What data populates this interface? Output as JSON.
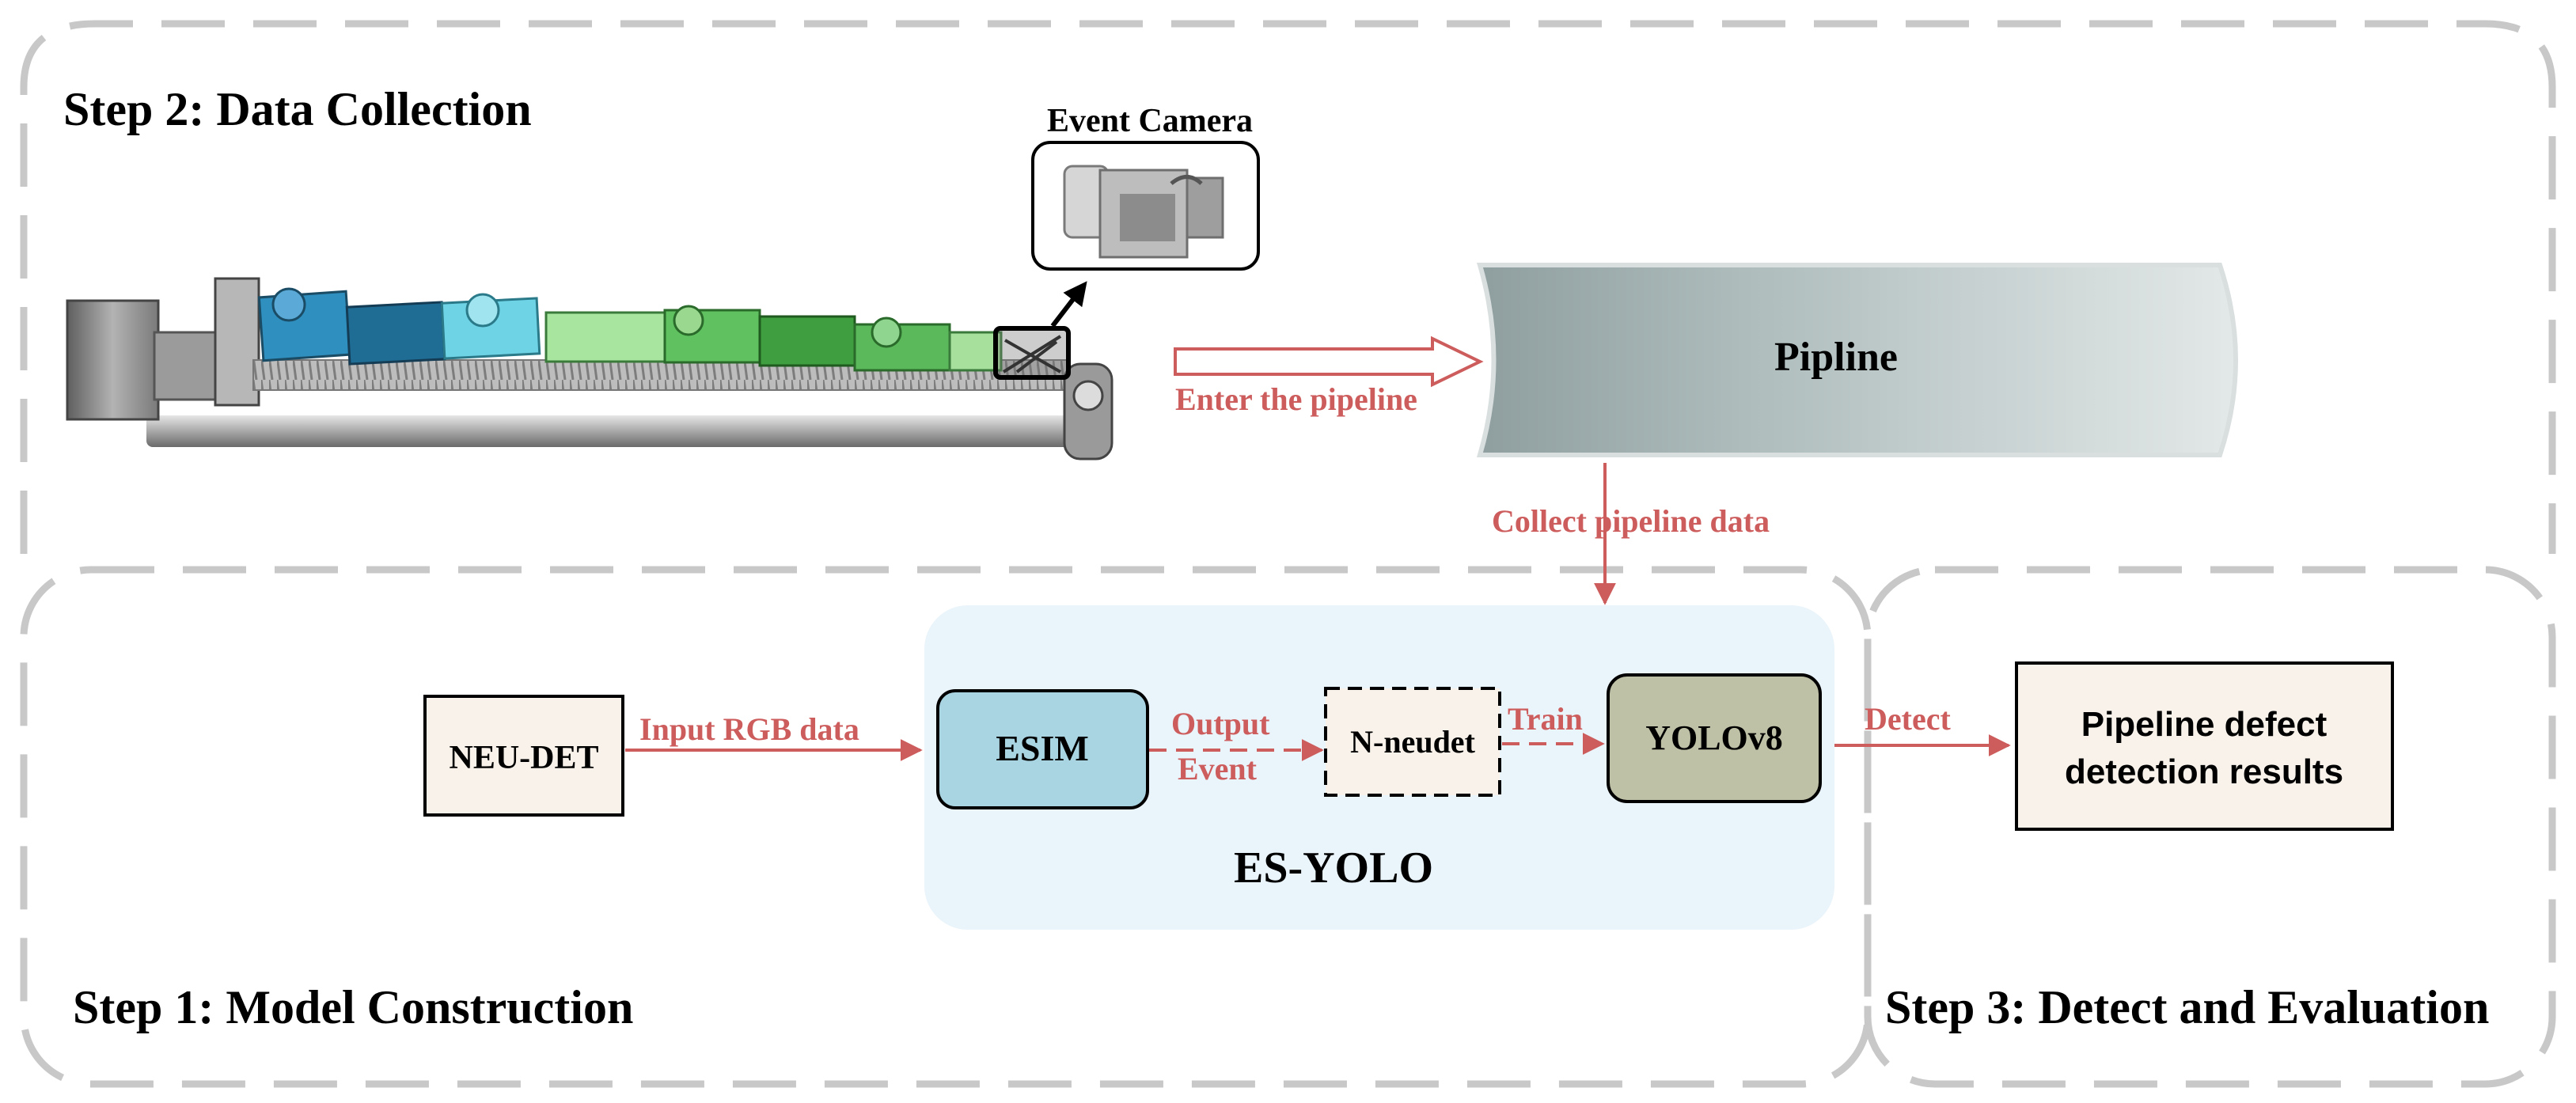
{
  "steps": {
    "step2_title": "Step 2: Data  Collection",
    "step1_title": "Step 1: Model Construction",
    "step3_title": "Step 3: Detect and Evaluation"
  },
  "camera": {
    "label": "Event Camera"
  },
  "pipeline": {
    "label": "Pipline",
    "enter_label": "Enter the pipeline",
    "collect_label": "Collect pipeline data"
  },
  "model": {
    "neu_det": "NEU-DET",
    "input_label": "Input RGB data",
    "esim": "ESIM",
    "output_label_1": "Output",
    "output_label_2": "Event",
    "n_neudet": "N-neudet",
    "train_label": "Train",
    "yolo": "YOLOv8",
    "es_yolo": "ES-YOLO"
  },
  "detect": {
    "detect_label": "Detect",
    "result_line1": "Pipeline defect",
    "result_line2": "detection results"
  },
  "colors": {
    "arrow_red": "#cd5c5c",
    "panel_blue": "#eaf4fb",
    "esim_fill": "#a9d4e2",
    "yolo_fill": "#bfc1a6",
    "beige": "#f8f2ea",
    "dash_gray": "#c8c8c8"
  }
}
